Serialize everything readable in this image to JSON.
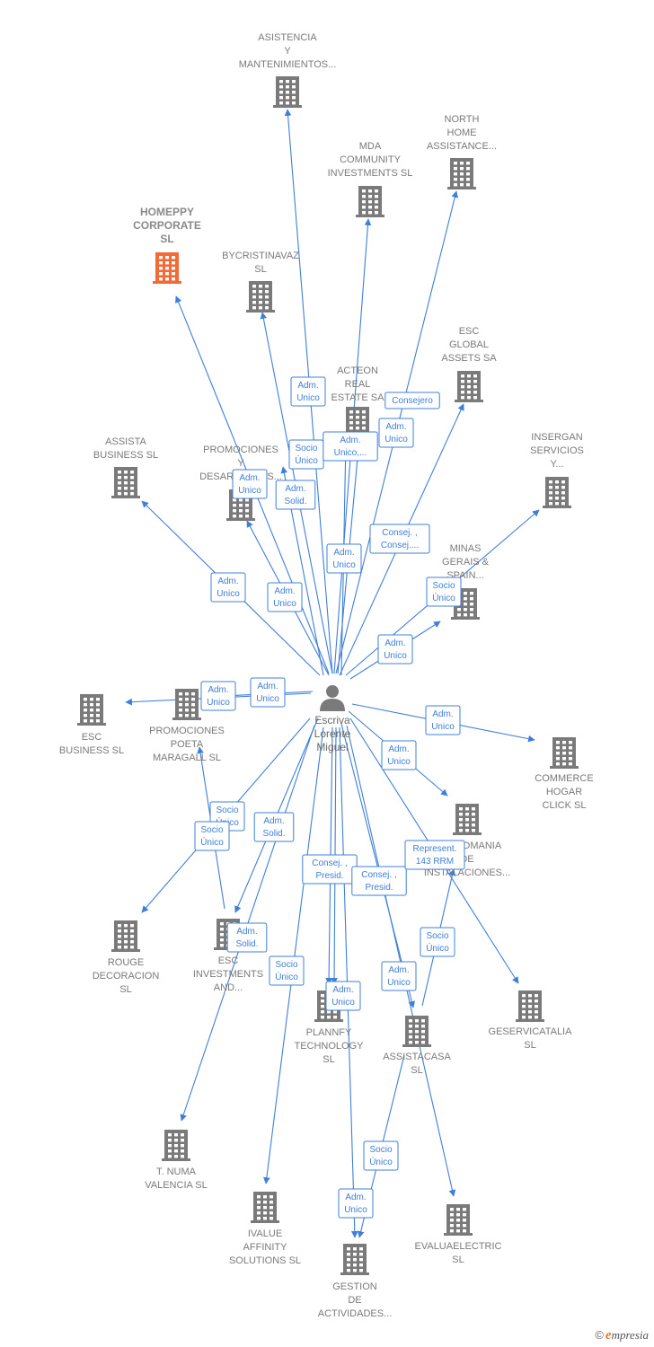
{
  "person": {
    "id": "person",
    "lines": [
      "Escriva",
      "Lorente",
      "Miguel"
    ]
  },
  "nodes": [
    {
      "id": "asistencia",
      "lines": [
        "ASISTENCIA",
        "Y",
        "MANTENIMIENTOS..."
      ]
    },
    {
      "id": "north",
      "lines": [
        "NORTH",
        "HOME",
        "ASSISTANCE..."
      ]
    },
    {
      "id": "mda",
      "lines": [
        "MDA",
        "COMMUNITY",
        "INVESTMENTS SL"
      ]
    },
    {
      "id": "homeppy",
      "lines": [
        "HOMEPPY",
        "CORPORATE",
        "SL"
      ],
      "highlight": true
    },
    {
      "id": "bycristinavaz",
      "lines": [
        "BYCRISTINAVAZ",
        "SL"
      ]
    },
    {
      "id": "esc_global",
      "lines": [
        "ESC",
        "GLOBAL",
        "ASSETS SA"
      ]
    },
    {
      "id": "acteon",
      "lines": [
        "ACTEON",
        "REAL",
        "ESTATE SA"
      ]
    },
    {
      "id": "insergan",
      "lines": [
        "INSERGAN",
        "SERVICIOS",
        "Y..."
      ]
    },
    {
      "id": "assista",
      "lines": [
        "ASSISTA",
        "BUSINESS  SL"
      ]
    },
    {
      "id": "promociones_y",
      "lines": [
        "PROMOCIONES",
        "Y",
        "DESARROLLOS..."
      ]
    },
    {
      "id": "minas",
      "lines": [
        "MINAS",
        "GERAIS &",
        "SPAIN..."
      ]
    },
    {
      "id": "esc_business",
      "lines": [
        "ESC",
        "BUSINESS  SL"
      ]
    },
    {
      "id": "poeta",
      "lines": [
        "PROMOCIONES",
        "POETA",
        "MARAGALL  SL"
      ]
    },
    {
      "id": "commerce",
      "lines": [
        "COMMERCE",
        "HOGAR",
        "CLICK  SL"
      ]
    },
    {
      "id": "gestiomania",
      "lines": [
        "GESTIOMANIA",
        "DE",
        "INSTALACIONES..."
      ]
    },
    {
      "id": "rouge",
      "lines": [
        "ROUGE",
        "DECORACION",
        "SL"
      ]
    },
    {
      "id": "esc_investments",
      "lines": [
        "ESC",
        "INVESTMENTS",
        "AND..."
      ]
    },
    {
      "id": "plannfy",
      "lines": [
        "PLANNFY",
        "TECHNOLOGY",
        "SL"
      ]
    },
    {
      "id": "assistacasa",
      "lines": [
        "ASSISTACASA",
        "SL"
      ]
    },
    {
      "id": "geservicatalia",
      "lines": [
        "GESERVICATALIA",
        "SL"
      ]
    },
    {
      "id": "numa",
      "lines": [
        "T. NUMA",
        "VALENCIA  SL"
      ]
    },
    {
      "id": "ivalue",
      "lines": [
        "IVALUE",
        "AFFINITY",
        "SOLUTIONS SL"
      ]
    },
    {
      "id": "gestion",
      "lines": [
        "GESTION",
        "DE",
        "ACTIVIDADES..."
      ]
    },
    {
      "id": "evaluaelectric",
      "lines": [
        "EVALUAELECTRIC",
        "SL"
      ]
    }
  ],
  "edges": [
    {
      "to": "asistencia",
      "label": [
        "Adm.",
        "Unico"
      ]
    },
    {
      "to": "bycristinavaz",
      "label": [
        "Socio",
        "Único"
      ]
    },
    {
      "to": "mda",
      "label": [
        "Adm.",
        "Unico,..."
      ]
    },
    {
      "to": "north",
      "label": [
        "Consejero"
      ]
    },
    {
      "to": "acteon",
      "label": [
        "Adm.",
        "Unico"
      ]
    },
    {
      "to": "homeppy",
      "label": [
        "Adm.",
        "Unico"
      ]
    },
    {
      "to": "promociones_y",
      "label": [
        "Adm.",
        "Solid."
      ]
    },
    {
      "to": "esc_global",
      "label": [
        "Consej. ,",
        "Consej...."
      ]
    },
    {
      "to": "assista",
      "label": [
        "Adm.",
        "Unico"
      ]
    },
    {
      "to": "promociones_y",
      "label": [
        "Adm.",
        "Unico"
      ]
    },
    {
      "to": "acteon",
      "label": [
        "Adm.",
        "Unico"
      ]
    },
    {
      "to": "insergan",
      "label": [
        "Socio",
        "Único"
      ]
    },
    {
      "to": "minas",
      "label": [
        "Adm.",
        "Unico"
      ]
    },
    {
      "to": "esc_business",
      "label": [
        "Adm.",
        "Unico"
      ]
    },
    {
      "to": "poeta",
      "label": [
        "Adm.",
        "Unico"
      ]
    },
    {
      "to": "commerce",
      "label": [
        "Adm.",
        "Unico"
      ]
    },
    {
      "to": "gestiomania",
      "label": [
        "Adm.",
        "Unico"
      ]
    },
    {
      "to": "rouge",
      "label": [
        "Socio",
        "Único"
      ]
    },
    {
      "to": "poeta",
      "label": [
        "Socio",
        "Único"
      ]
    },
    {
      "to": "esc_investments",
      "label": [
        "Adm.",
        "Solid."
      ]
    },
    {
      "to": "plannfy",
      "label": [
        "Consej. ,",
        "Presid."
      ]
    },
    {
      "to": "assistacasa",
      "label": [
        "Consej. ,",
        "Presid."
      ]
    },
    {
      "to": "geservicatalia",
      "label": [
        "Represent.",
        "143 RRM"
      ]
    },
    {
      "to": "numa",
      "label": [
        "Adm.",
        "Solid."
      ]
    },
    {
      "to": "ivalue",
      "label": [
        "Socio",
        "Único"
      ]
    },
    {
      "to": "plannfy",
      "label": [
        "Adm.",
        "Unico"
      ]
    },
    {
      "to": "evaluaelectric",
      "label": [
        "Adm.",
        "Unico"
      ]
    },
    {
      "to": "gestion",
      "label": [
        "Adm.",
        "Unico"
      ]
    },
    {
      "to": "gestiomania",
      "label": [
        "Socio",
        "Único"
      ]
    },
    {
      "to": "gestion",
      "label": [
        "Socio",
        "Único"
      ]
    }
  ],
  "colors": {
    "edge": "#3f7fd8",
    "building": "#7a7a7a",
    "highlight": "#f26a36",
    "text": "#7a7a7a"
  },
  "icons": {
    "company": "building-icon",
    "person": "person-icon"
  },
  "footer": {
    "copyright": "©",
    "brand_first": "e",
    "brand_rest": "mpresia"
  }
}
